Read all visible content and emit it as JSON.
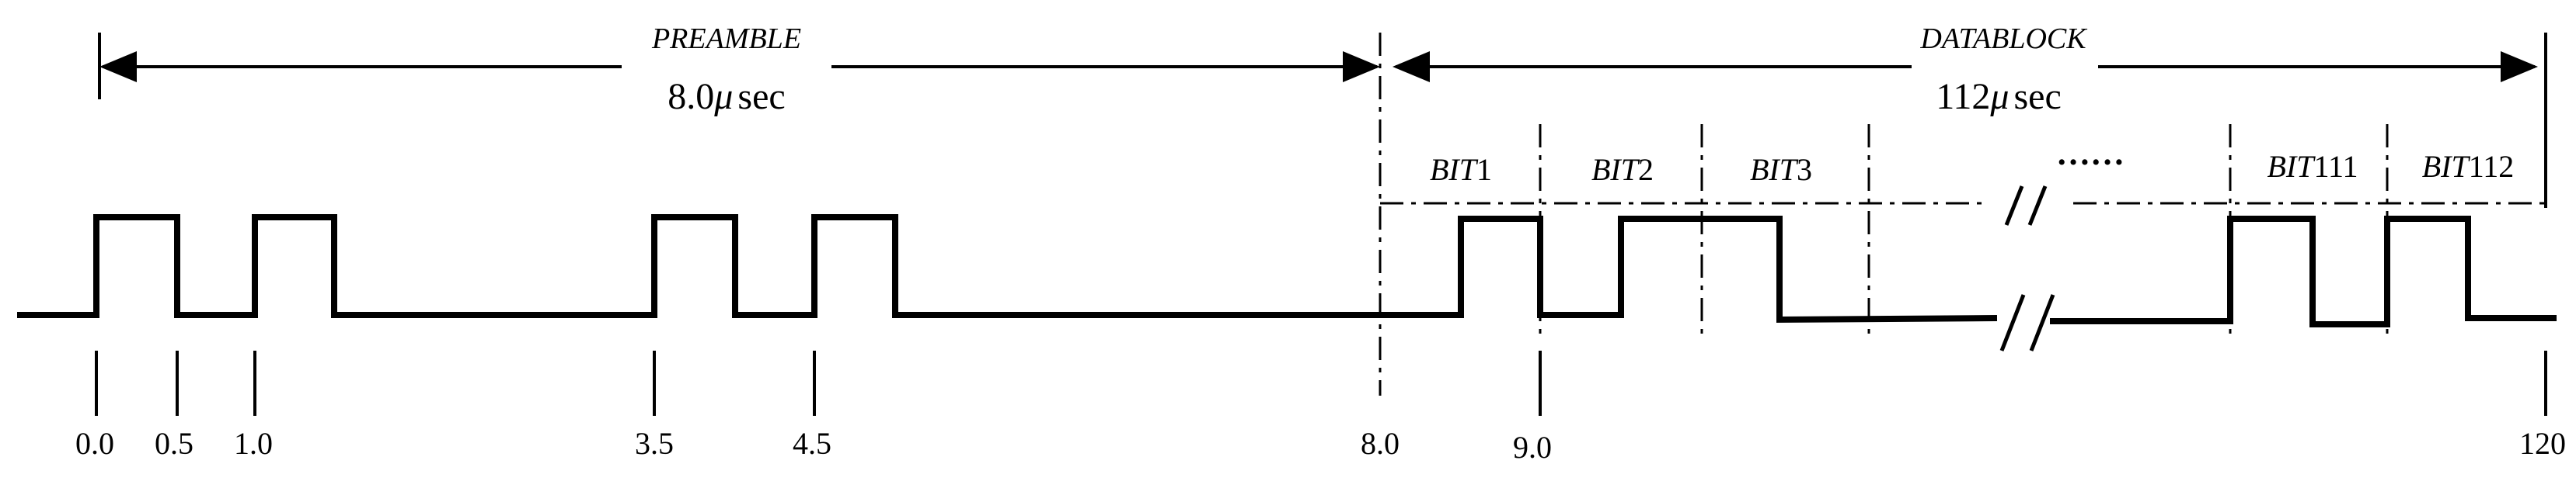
{
  "preamble": {
    "label": "PREAMBLE",
    "duration_value": "8.0",
    "duration_mu": "μ",
    "duration_unit": "sec"
  },
  "datablock": {
    "label": "DATABLOCK",
    "duration_value": "112",
    "duration_mu": "μ",
    "duration_unit": "sec"
  },
  "bits": [
    {
      "prefix": "BIT",
      "num": "1"
    },
    {
      "prefix": "BIT",
      "num": "2"
    },
    {
      "prefix": "BIT",
      "num": "3"
    },
    {
      "prefix": "BIT",
      "num": "111"
    },
    {
      "prefix": "BIT",
      "num": "112"
    }
  ],
  "ellipsis": "……",
  "ticks": [
    "0.0",
    "0.5",
    "1.0",
    "3.5",
    "4.5",
    "8.0",
    "9.0",
    "120"
  ],
  "colors": {
    "stroke": "#000000",
    "background": "#ffffff"
  }
}
